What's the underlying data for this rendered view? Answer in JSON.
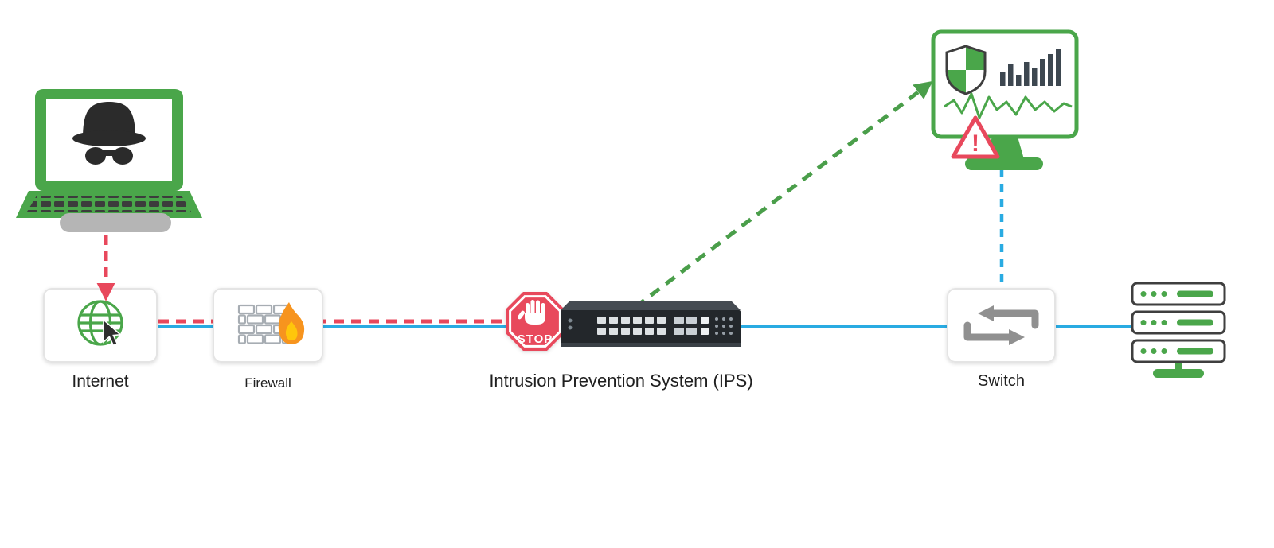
{
  "diagram": {
    "type": "network-security-diagram",
    "background_color": "#ffffff",
    "colors": {
      "green": "#4aa64a",
      "red": "#e8485c",
      "blue": "#29abe2",
      "device_dark": "#23272b",
      "icon_gray": "#909090",
      "label_text": "#1f1f1f",
      "flame_orange": "#f7941e",
      "flame_yellow": "#ffc60b"
    },
    "labels": {
      "internet": "Internet",
      "firewall": "Firewall",
      "ips": "Intrusion Prevention System (IPS)",
      "switch": "Switch"
    },
    "stop_sign": {
      "text": "STOP",
      "icon": "stop-hand-icon"
    },
    "warning": {
      "mark": "!",
      "icon": "warning-triangle-icon"
    },
    "icons": {
      "attacker": "hacker-laptop-icon",
      "internet": "globe-cursor-icon",
      "firewall": "brick-wall-flame-icon",
      "ips_appliance": "rack-appliance-icon",
      "monitor": "security-monitor-icon",
      "switch": "swap-arrows-icon",
      "servers": "server-stack-icon"
    },
    "connections": [
      {
        "from": "attacker-laptop",
        "to": "internet",
        "style": "dashed",
        "color": "red",
        "arrow": true
      },
      {
        "from": "internet",
        "to": "stop-sign",
        "style": "dashed",
        "color": "red",
        "arrow": false
      },
      {
        "from": "internet",
        "to": "servers",
        "style": "solid",
        "color": "blue",
        "arrow": false
      },
      {
        "from": "ips-appliance",
        "to": "monitor",
        "style": "dashed",
        "color": "green",
        "arrow": true
      },
      {
        "from": "monitor",
        "to": "switch",
        "style": "dashed",
        "color": "blue",
        "arrow": false
      }
    ]
  }
}
